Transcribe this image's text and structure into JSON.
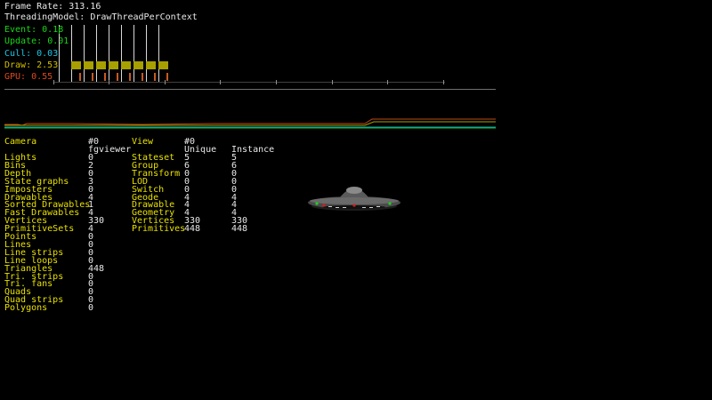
{
  "stats": {
    "frame_rate_label": "Frame Rate:",
    "frame_rate_value": "313.16",
    "threading_label": "ThreadingModel:",
    "threading_value": "DrawThreadPerContext",
    "event": {
      "label": "Event:",
      "value": "0.18"
    },
    "update": {
      "label": "Update:",
      "value": "0.01"
    },
    "cull": {
      "label": "Cull:",
      "value": "0.03"
    },
    "draw": {
      "label": "Draw:",
      "value": "2.53"
    },
    "gpu": {
      "label": "GPU:",
      "value": "0.55"
    }
  },
  "colors": {
    "event": "#16d816",
    "update": "#16d816",
    "cull": "#19c8e6",
    "draw": "#d2c000",
    "gpu": "#dc4a1e",
    "labels": "#e8e000",
    "values": "#e8e8e8"
  },
  "camera_table": {
    "header_label": "Camera",
    "header_index": "#0",
    "header_name": "fgviewer",
    "rows": [
      {
        "label": "Lights",
        "value": "0"
      },
      {
        "label": "Bins",
        "value": "2"
      },
      {
        "label": "Depth",
        "value": "0"
      },
      {
        "label": "State graphs",
        "value": "3"
      },
      {
        "label": "Imposters",
        "value": "0"
      },
      {
        "label": "Drawables",
        "value": "4"
      },
      {
        "label": "Sorted Drawables",
        "value": "1"
      },
      {
        "label": "Fast Drawables",
        "value": "4"
      },
      {
        "label": "Vertices",
        "value": "330"
      },
      {
        "label": "PrimitiveSets",
        "value": "4"
      },
      {
        "label": "Points",
        "value": "0"
      },
      {
        "label": "Lines",
        "value": "0"
      },
      {
        "label": "Line strips",
        "value": "0"
      },
      {
        "label": "Line loops",
        "value": "0"
      },
      {
        "label": "Triangles",
        "value": "448"
      },
      {
        "label": "Tri. strips",
        "value": "0"
      },
      {
        "label": "Tri. fans",
        "value": "0"
      },
      {
        "label": "Quads",
        "value": "0"
      },
      {
        "label": "Quad strips",
        "value": "0"
      },
      {
        "label": "Polygons",
        "value": "0"
      }
    ]
  },
  "view_table": {
    "header_label": "View",
    "header_index": "#0",
    "col_unique": "Unique",
    "col_instance": "Instance",
    "rows": [
      {
        "label": "Stateset",
        "unique": "5",
        "instance": "5"
      },
      {
        "label": "Group",
        "unique": "6",
        "instance": "6"
      },
      {
        "label": "Transform",
        "unique": "0",
        "instance": "0"
      },
      {
        "label": "LOD",
        "unique": "0",
        "instance": "0"
      },
      {
        "label": "Switch",
        "unique": "0",
        "instance": "0"
      },
      {
        "label": "Geode",
        "unique": "4",
        "instance": "4"
      },
      {
        "label": "Drawable",
        "unique": "4",
        "instance": "4"
      },
      {
        "label": "Geometry",
        "unique": "4",
        "instance": "4"
      },
      {
        "label": "Vertices",
        "unique": "330",
        "instance": "330"
      },
      {
        "label": "Primitives",
        "unique": "448",
        "instance": "448"
      }
    ]
  }
}
